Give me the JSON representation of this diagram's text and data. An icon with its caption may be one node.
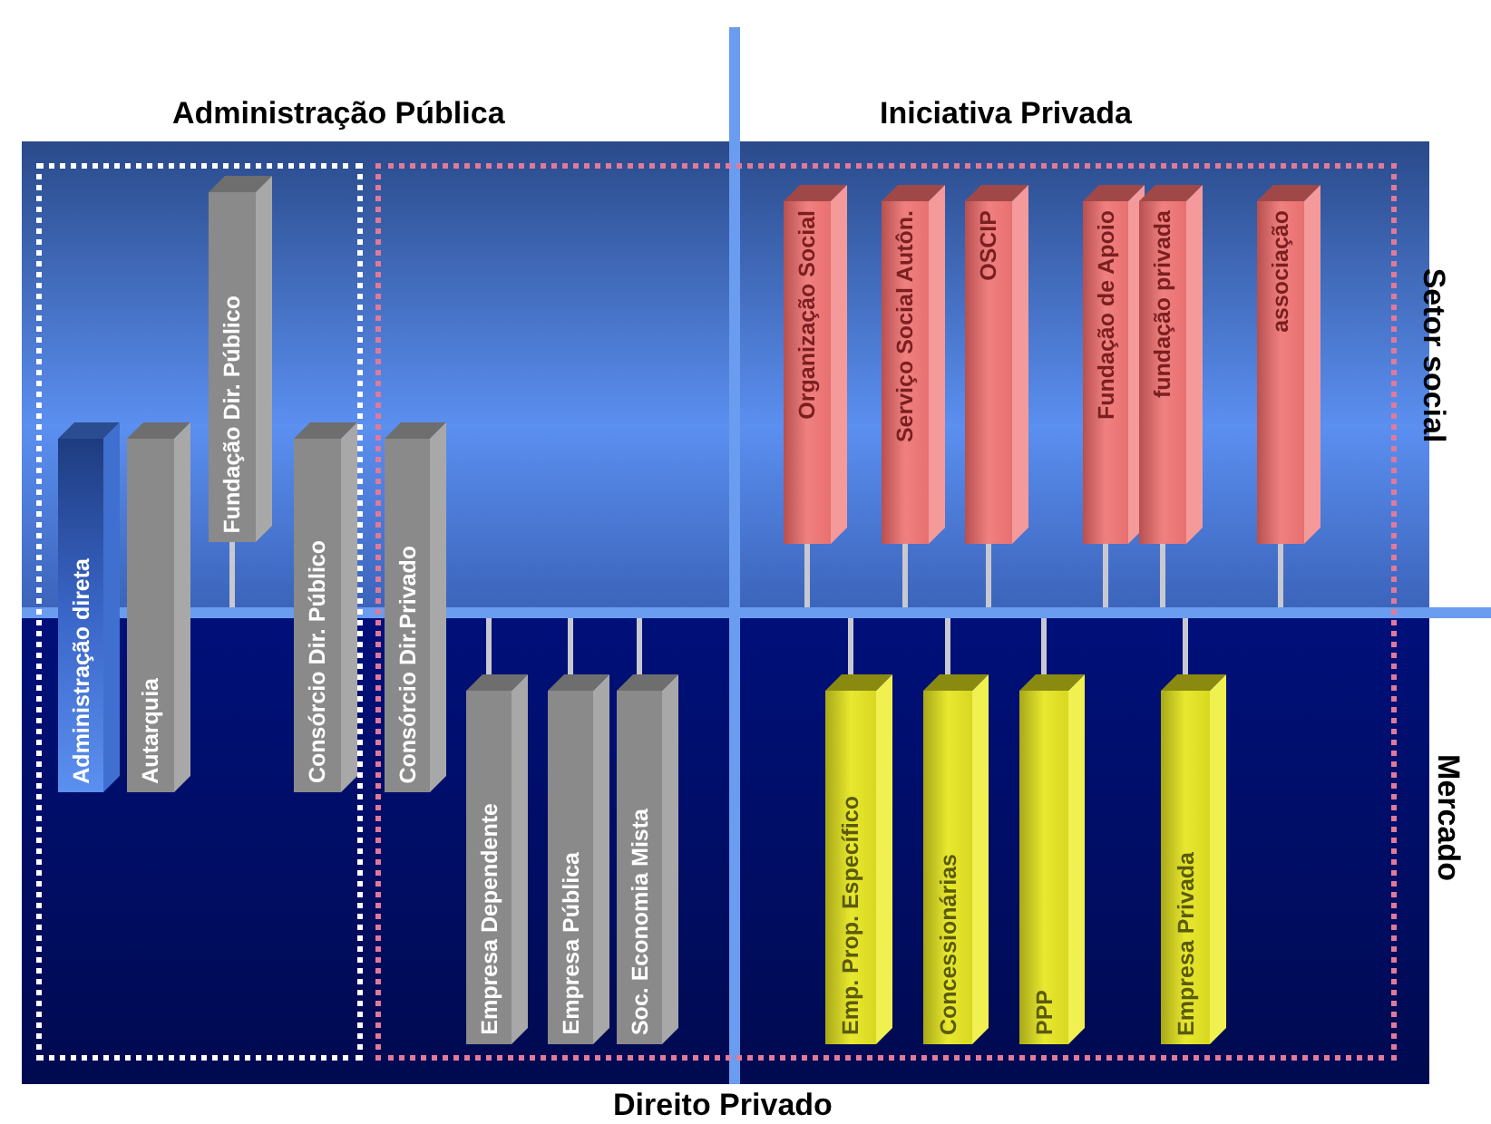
{
  "diagram": {
    "nodes": [
      {
        "text": [],
        "shape": "box"
      },
      {
        "text": [
          "Administração direta"
        ],
        "in": 0
      },
      {
        "text": [
          "Autarquia"
        ],
        "in": 0
      },
      {
        "text": [
          "Fundação Dir. Público"
        ],
        "in": 0
      },
      {
        "text": [
          "Consórcio Dir. Público"
        ],
        "in": 0
      },
      {
        "text": [],
        "shape": "box"
      },
      {
        "text": [
          "Consórcio Dir.Privado"
        ],
        "in": 5
      },
      {
        "text": [
          "Empresa Dependente"
        ],
        "in": 5
      },
      {
        "text": [
          "Empresa Pública"
        ],
        "in": 5
      },
      {
        "text": [
          "Soc. Economia Mista"
        ],
        "in": 5
      },
      {
        "text": [
          "Organização Social"
        ],
        "in": 5
      },
      {
        "text": [
          "Serviço Social Autôn."
        ],
        "in": 5
      },
      {
        "text": [
          "OSCIP"
        ],
        "in": 5
      },
      {
        "text": [
          "Fundação de Apoio"
        ],
        "in": 5
      },
      {
        "text": [
          "fundação privada"
        ],
        "in": 5
      },
      {
        "text": [
          "associação"
        ],
        "in": 5
      },
      {
        "text": [
          "Emp. Prop. Específico"
        ],
        "in": 5
      },
      {
        "text": [
          "Concessionárias"
        ],
        "in": 5
      },
      {
        "text": [
          "PPP"
        ],
        "in": 5
      },
      {
        "text": [
          "Empresa Privada"
        ],
        "in": 5
      }
    ],
    "labels": [
      "Administração Pública",
      "Iniciativa Privada",
      "Setor social",
      "Mercado",
      "Direito Privado"
    ]
  }
}
